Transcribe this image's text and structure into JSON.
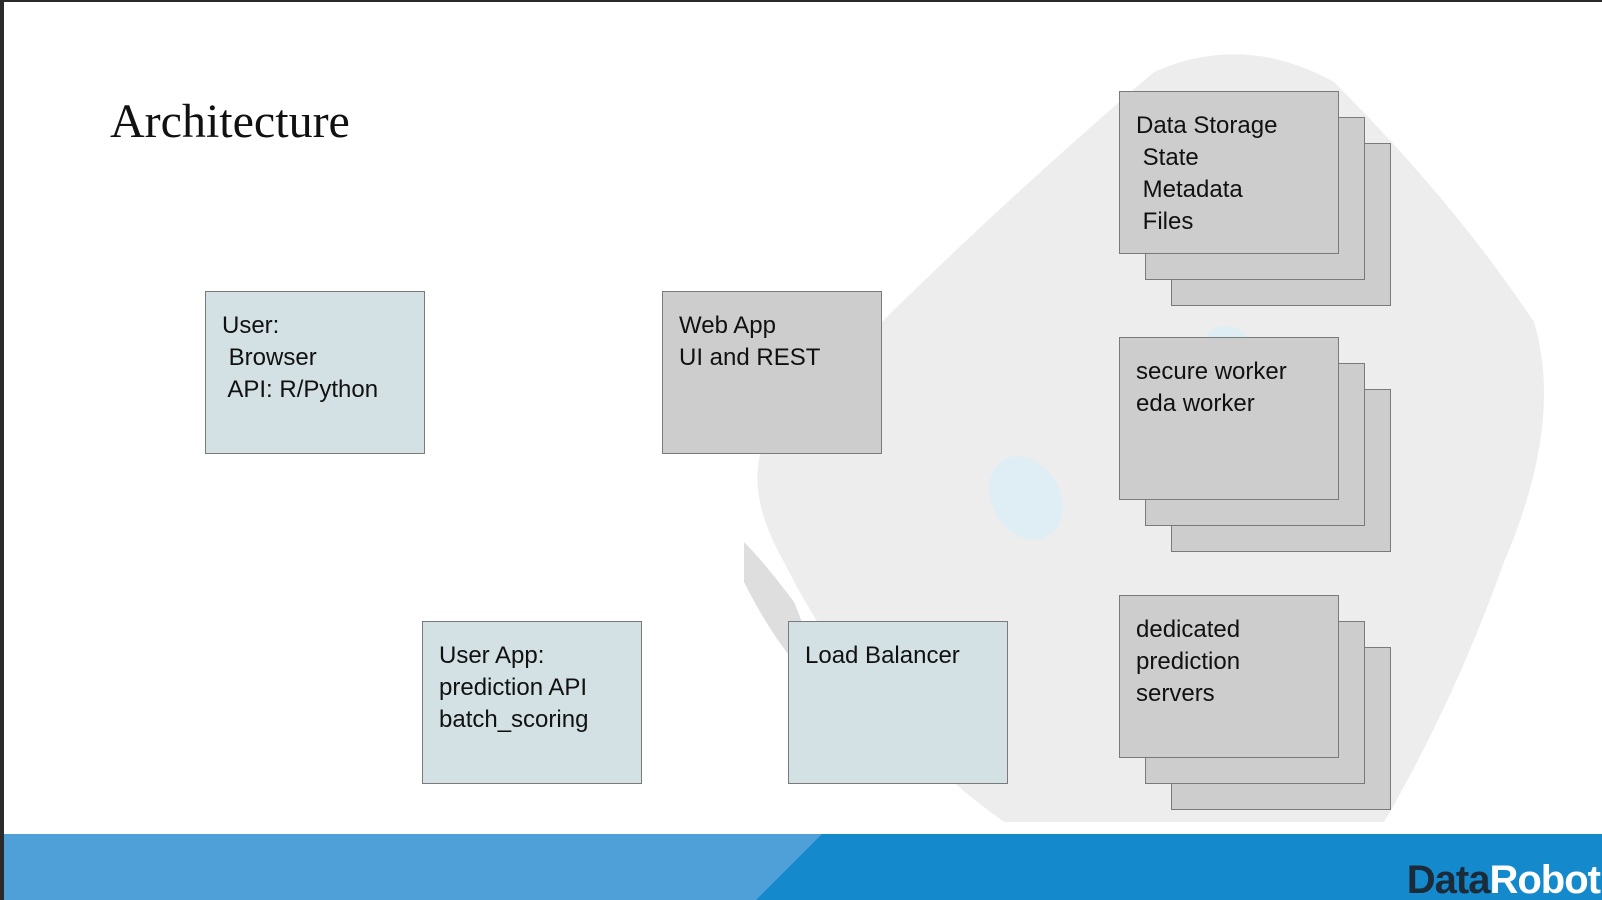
{
  "slide": {
    "title": "Architecture"
  },
  "boxes": {
    "user": "User:\n Browser\n API: R/Python",
    "web_app": "Web App\nUI and REST",
    "data_storage": "Data Storage\n State\n Metadata\n Files",
    "workers": "secure worker\neda worker",
    "user_app": "User App:\nprediction API\nbatch_scoring",
    "load_balancer": "Load Balancer",
    "prediction_servers": "dedicated\nprediction\nservers"
  },
  "logo": {
    "part1": "Data",
    "part2": "Robot"
  },
  "colors": {
    "blue_box": "#d3e1e5",
    "gray_box": "#cdcdcd",
    "footer_light": "#4fa0d8",
    "footer_dark": "#1489cc",
    "logo_dark": "#1c2b3a"
  }
}
